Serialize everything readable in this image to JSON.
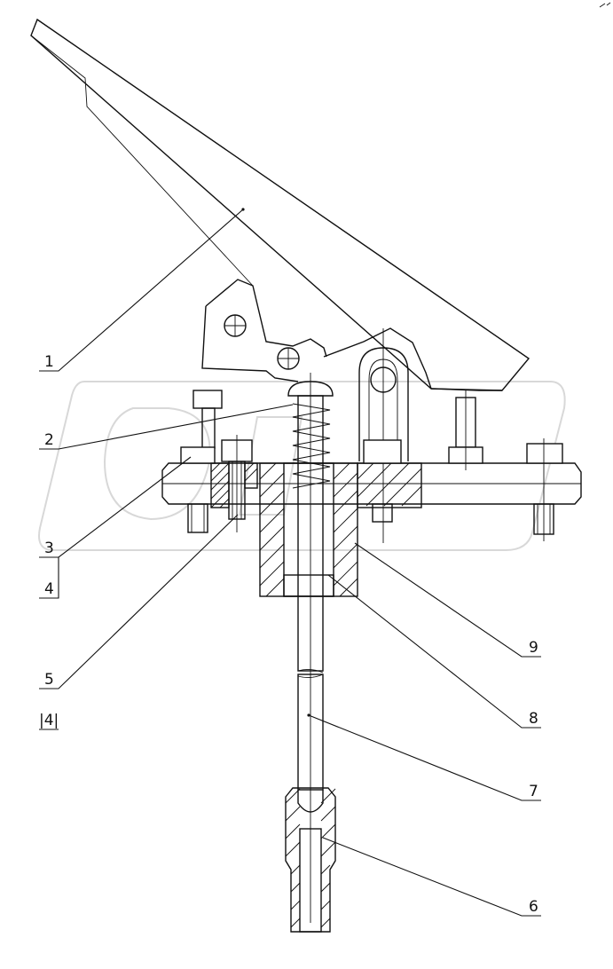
{
  "drawing": {
    "callouts": [
      {
        "id": "c1",
        "label": "1"
      },
      {
        "id": "c2",
        "label": "2"
      },
      {
        "id": "c3",
        "label": "3"
      },
      {
        "id": "c4",
        "label": "4"
      },
      {
        "id": "c5",
        "label": "5"
      },
      {
        "id": "c5q",
        "label": "|4|"
      },
      {
        "id": "c9",
        "label": "9"
      },
      {
        "id": "c8",
        "label": "8"
      },
      {
        "id": "c7",
        "label": "7"
      },
      {
        "id": "c6",
        "label": "6"
      }
    ]
  },
  "colors": {
    "line": "#111111",
    "watermark": "#d8d8d8",
    "background": "#ffffff"
  }
}
